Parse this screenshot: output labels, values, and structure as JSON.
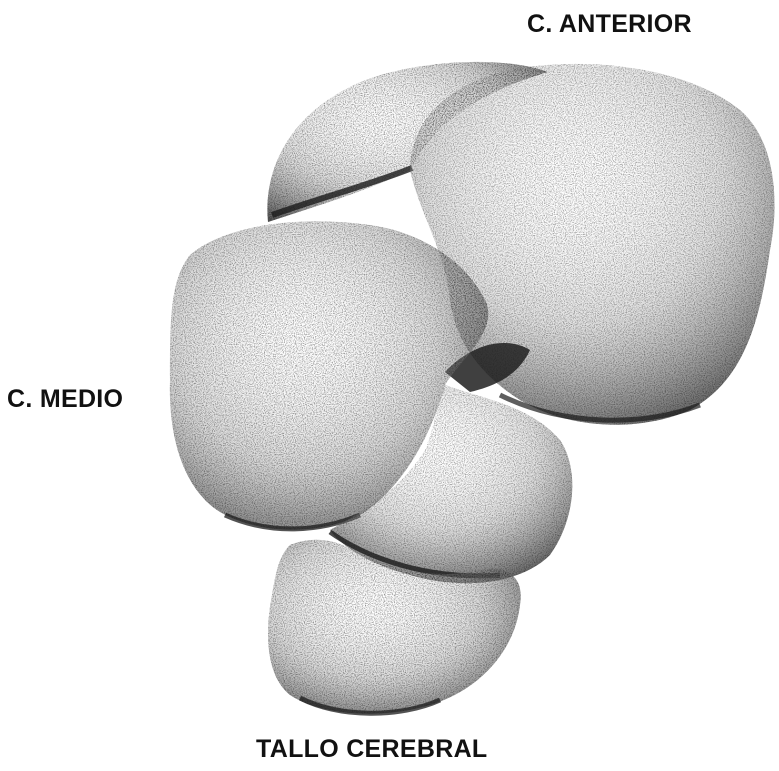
{
  "labels": {
    "anterior": "C. ANTERIOR",
    "medio": "C. MEDIO",
    "tallo": "TALLO CEREBRAL"
  },
  "structures": [
    {
      "name": "forebrain-posterior-lobe",
      "icon": "brain-lobe-illustration"
    },
    {
      "name": "forebrain-anterior-lobe",
      "icon": "brain-lobe-illustration"
    },
    {
      "name": "midbrain-lobe",
      "icon": "brain-lobe-illustration"
    },
    {
      "name": "hindbrain-lobe",
      "icon": "brain-lobe-illustration"
    },
    {
      "name": "brainstem",
      "icon": "brain-lobe-illustration"
    }
  ],
  "colors": {
    "background": "#ffffff",
    "stipple": "#2a2a2a",
    "outline": "#1a1a1a",
    "shadow": "#3a3a3a"
  }
}
